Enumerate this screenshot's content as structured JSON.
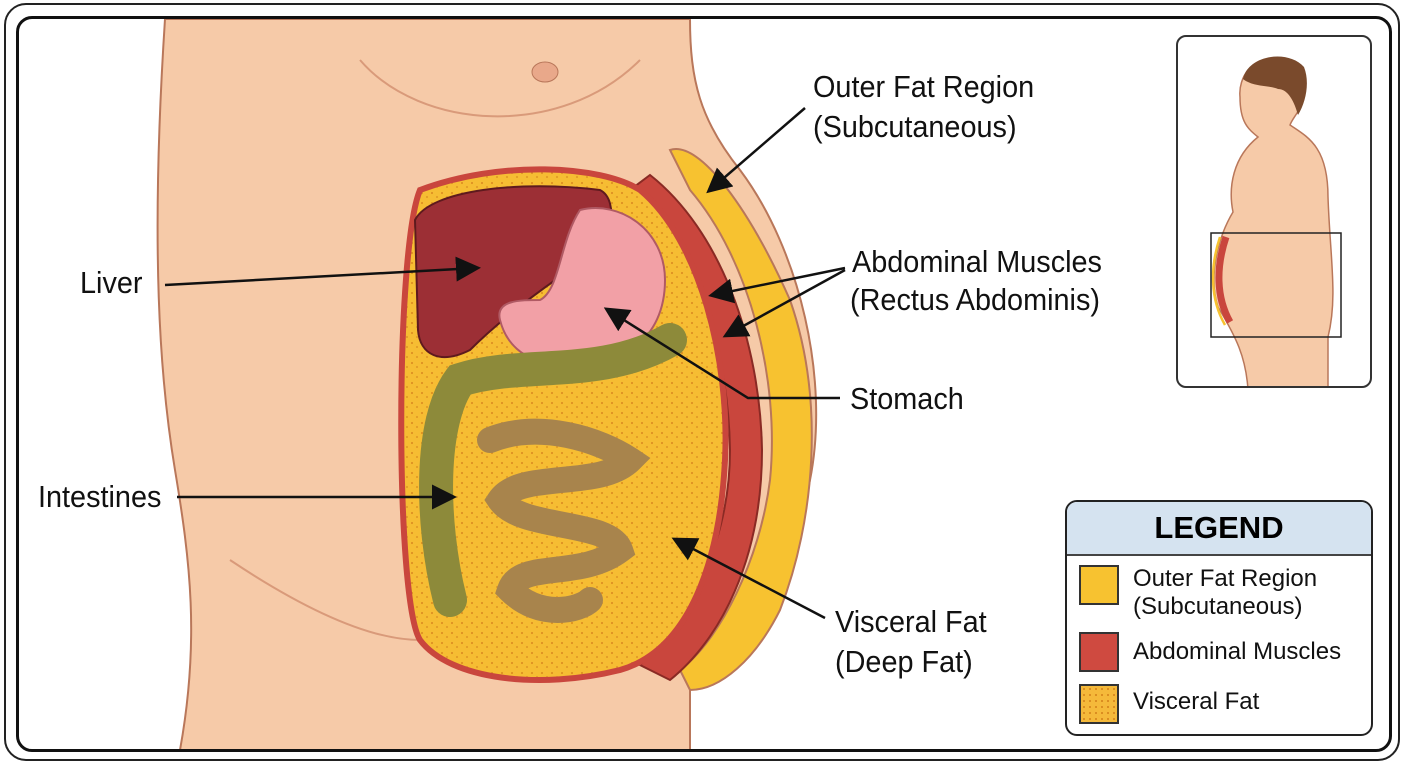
{
  "labels": {
    "outer_fat": [
      "Outer Fat Region",
      "(Subcutaneous)"
    ],
    "abdominal_muscles": [
      "Abdominal Muscles",
      "(Rectus Abdominis)"
    ],
    "liver": "Liver",
    "stomach": "Stomach",
    "intestines": "Intestines",
    "visceral_fat": [
      "Visceral Fat",
      "(Deep Fat)"
    ]
  },
  "legend": {
    "title": "LEGEND",
    "items": [
      {
        "label": "Outer Fat Region",
        "sublabel": "(Subcutaneous)",
        "color": "#f7c230"
      },
      {
        "label": "Abdominal Muscles",
        "color": "#cf4a40"
      },
      {
        "label": "Visceral Fat",
        "color": "#f5b93a"
      }
    ]
  },
  "colors": {
    "skin": "#f6caa8",
    "outline": "#b9775a",
    "fat": "#f7c230",
    "muscle": "#c9463d",
    "liver": "#9c2f35",
    "stomach": "#f2a0a6",
    "intestine_large": "#8d8a3a",
    "intestine_small": "#a8844c"
  }
}
